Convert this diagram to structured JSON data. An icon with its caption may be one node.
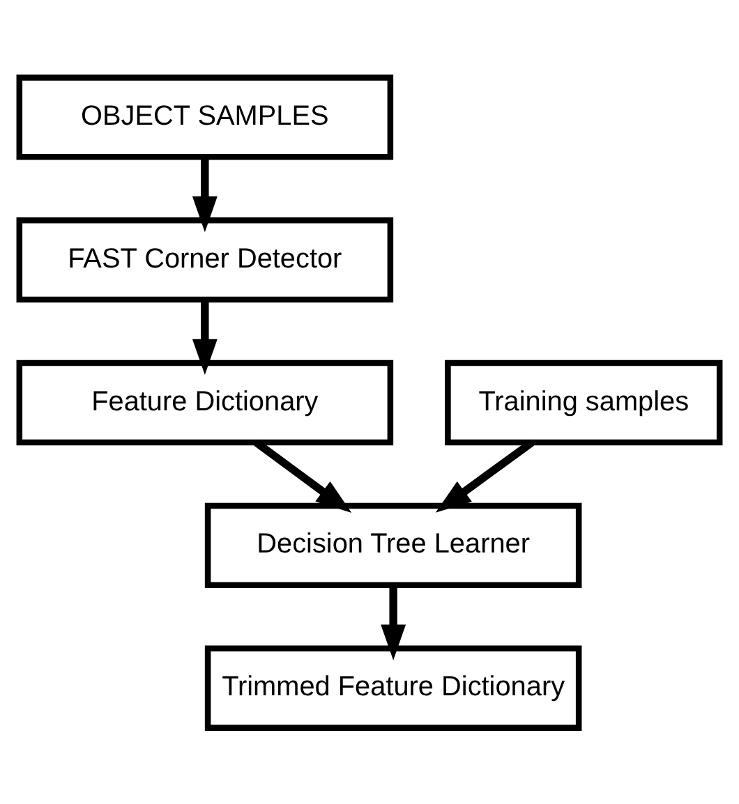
{
  "diagram": {
    "nodes": [
      {
        "text": [
          "OBJECT SAMPLES"
        ]
      },
      {
        "text": [
          "FAST Corner Detector"
        ]
      },
      {
        "text": [
          "Feature Dictionary"
        ]
      },
      {
        "text": [
          "Training samples"
        ]
      },
      {
        "text": [
          "Decision Tree Learner"
        ]
      },
      {
        "text": [
          "Trimmed Feature Dictionary"
        ]
      }
    ],
    "edges": [
      {
        "from": 0,
        "to": 1,
        "arrow": "to"
      },
      {
        "from": 1,
        "to": 2,
        "arrow": "to"
      },
      {
        "from": 2,
        "to": 4,
        "arrow": "to"
      },
      {
        "from": 3,
        "to": 4,
        "arrow": "to"
      },
      {
        "from": 4,
        "to": 5,
        "arrow": "to"
      }
    ]
  }
}
